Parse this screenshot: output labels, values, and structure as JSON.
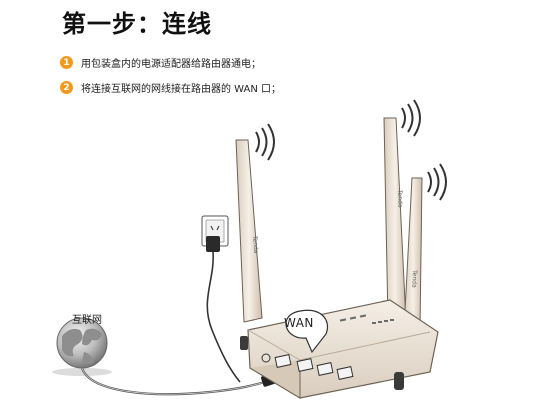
{
  "title": "第一步：连线",
  "steps": [
    {
      "num": "1",
      "text": "用包装盒内的电源适配器给路由器通电；"
    },
    {
      "num": "2",
      "text": "将连接互联网的网线接在路由器的 WAN 口；"
    }
  ],
  "illustration": {
    "internet_label": "互联网",
    "wan_label": "WAN",
    "antenna_brand": "Tenda"
  },
  "colors": {
    "step_badge": "#f39a1e",
    "router_body": "#efe6db",
    "router_shadow": "#cbbfb1",
    "cable": "#333333"
  }
}
